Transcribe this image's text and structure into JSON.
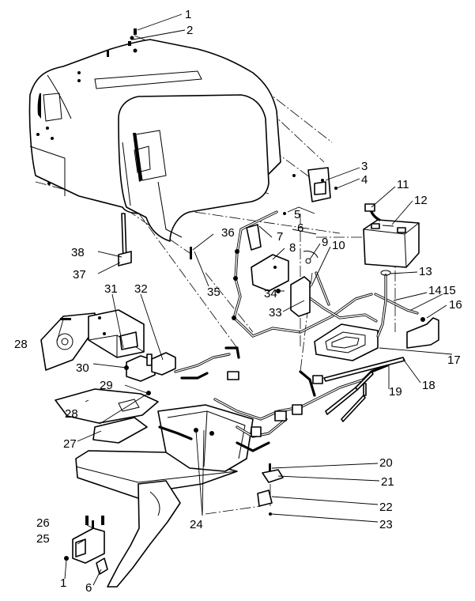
{
  "diagram": {
    "callouts": [
      "1",
      "2",
      "3",
      "4",
      "5",
      "6",
      "7",
      "8",
      "9",
      "10",
      "11",
      "12",
      "13",
      "14",
      "15",
      "16",
      "17",
      "18",
      "19",
      "20",
      "21",
      "22",
      "23",
      "24",
      "25",
      "26",
      "27",
      "28",
      "29",
      "30",
      "31",
      "32",
      "33",
      "34",
      "35",
      "36",
      "37",
      "38"
    ],
    "callouts_repeated": {
      "c1b": "1",
      "c6b": "6",
      "c28b": "28"
    }
  }
}
